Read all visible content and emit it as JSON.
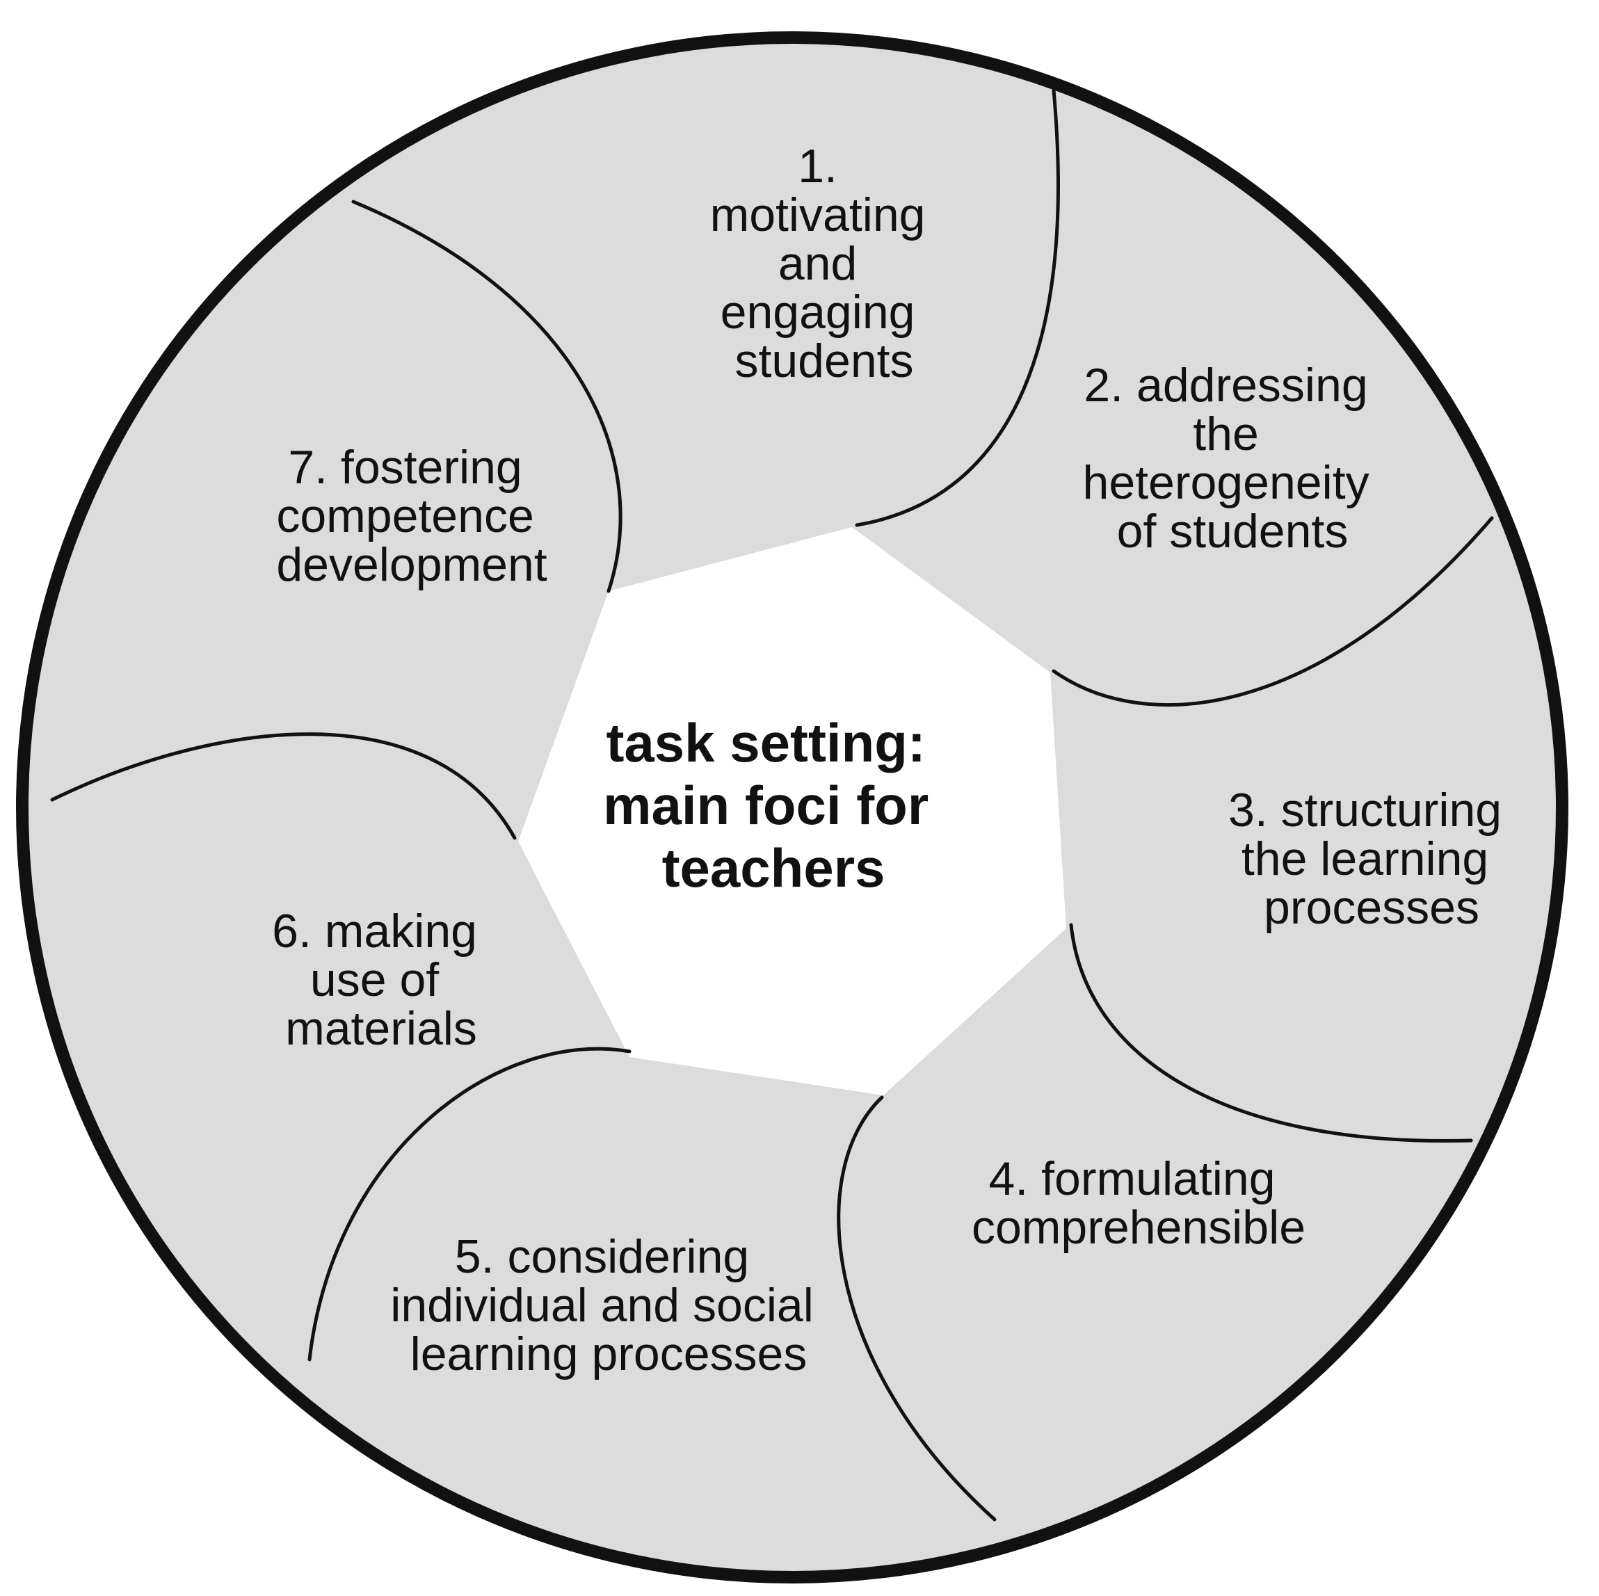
{
  "center": {
    "lines": [
      "task setting:",
      "main foci for",
      "teachers"
    ]
  },
  "segments": [
    {
      "lines": [
        "1.",
        "motivating",
        "and",
        "engaging",
        "students"
      ]
    },
    {
      "lines": [
        "2. addressing",
        "the",
        "heterogeneity",
        "of students"
      ]
    },
    {
      "lines": [
        "3. structuring",
        "the learning",
        "processes"
      ]
    },
    {
      "lines": [
        "4. formulating",
        "comprehensible"
      ]
    },
    {
      "lines": [
        "5. considering",
        "individual and social",
        "learning processes"
      ]
    },
    {
      "lines": [
        "6. making",
        "use of",
        "materials"
      ]
    },
    {
      "lines": [
        "7. fostering",
        "competence",
        "development"
      ]
    }
  ],
  "colors": {
    "segment_fill": "#dcdcdc",
    "outline": "#111111",
    "center_fill": "#ffffff"
  }
}
